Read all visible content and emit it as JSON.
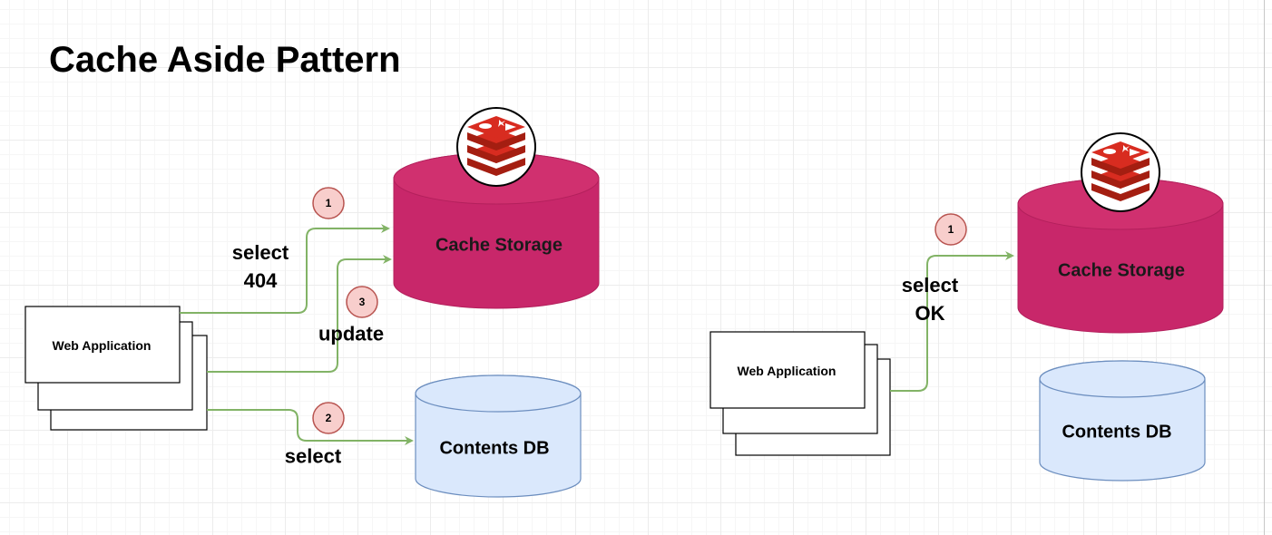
{
  "title": "Cache Aside Pattern",
  "colors": {
    "cache_fill": "#c8276a",
    "db_fill": "#dae8fc",
    "db_stroke": "#6c8ebf",
    "arrow": "#82b366",
    "step_fill": "#f8cecc",
    "step_stroke": "#b85450",
    "redis_red": "#d82c20"
  },
  "left": {
    "cache_label": "Cache Storage",
    "db_label": "Contents DB",
    "app_label": "Web Application",
    "edge_select_404": "select\n404",
    "edge_update": "update",
    "edge_select": "select",
    "step_1": "1",
    "step_2": "2",
    "step_3": "3",
    "cache_icon": "redis-logo-icon"
  },
  "right": {
    "cache_label": "Cache Storage",
    "db_label": "Contents DB",
    "app_label": "Web Application",
    "edge_select_ok": "select\nOK",
    "step_1": "1",
    "cache_icon": "redis-logo-icon"
  }
}
